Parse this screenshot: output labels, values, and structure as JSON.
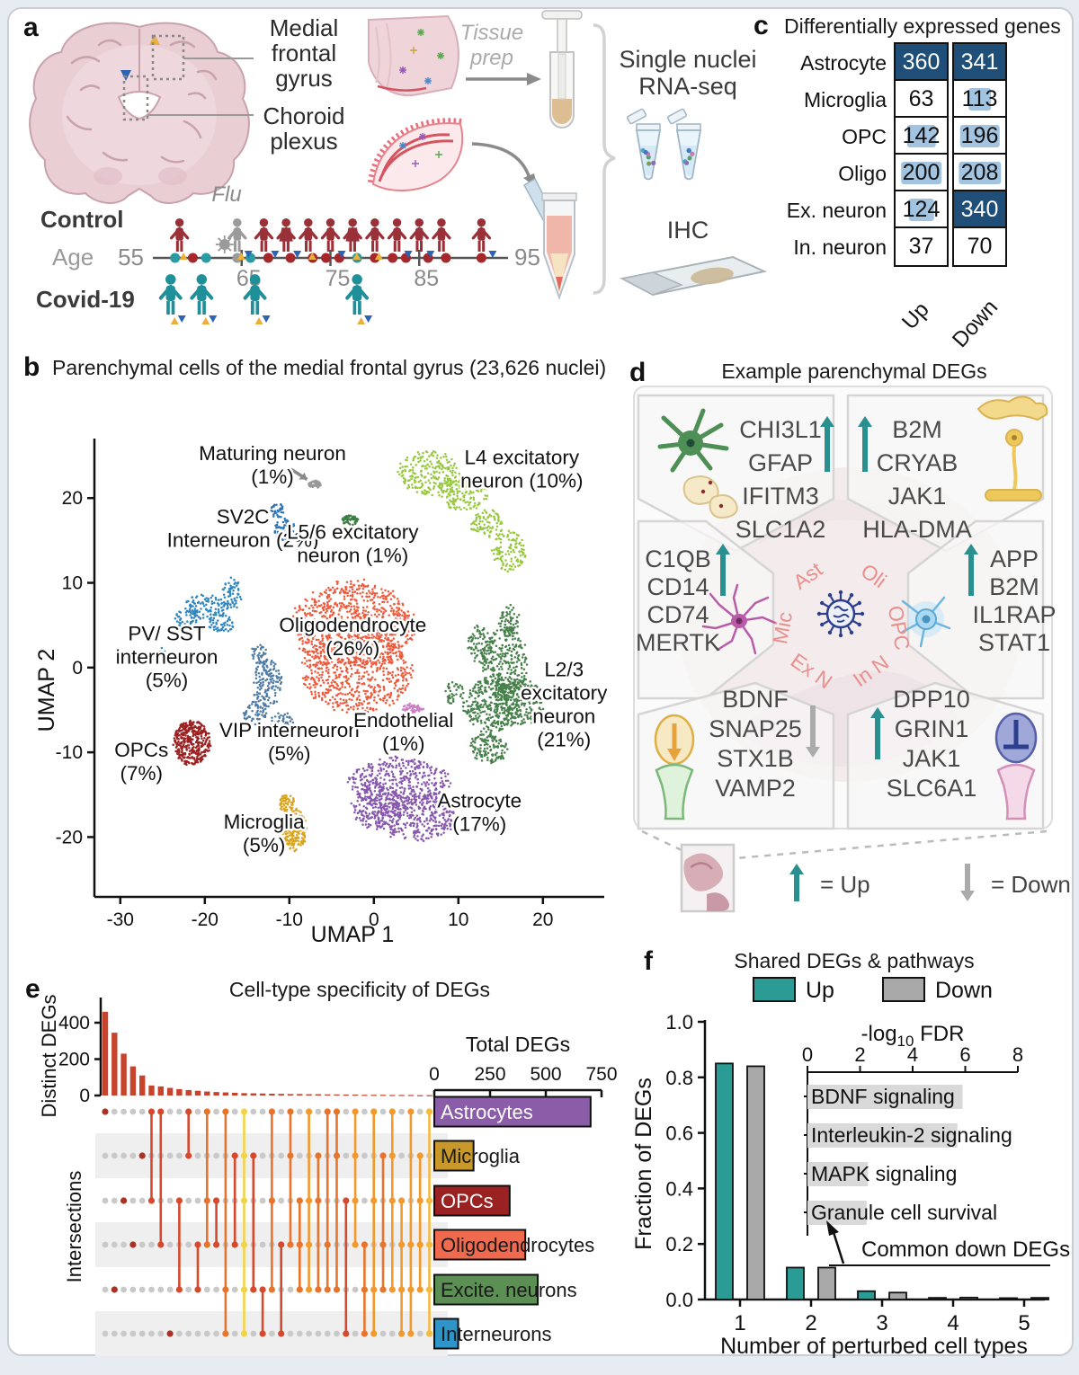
{
  "panel_a": {
    "letter": "a",
    "region_labels": {
      "mfg1": "Medial",
      "mfg2": "frontal",
      "mfg3": "gyrus",
      "cp1": "Choroid",
      "cp2": "plexus"
    },
    "process": {
      "tissue1": "Tissue",
      "tissue2": "prep"
    },
    "outputs": {
      "snrna1": "Single nuclei",
      "snrna2": "RNA-seq",
      "ihc": "IHC"
    },
    "cohort": {
      "control": "Control",
      "covid": "Covid-19",
      "age_label": "Age",
      "flu": "Flu",
      "age_start": "55",
      "age_end": "95",
      "age_ticks": [
        "65",
        "75",
        "85"
      ]
    },
    "timeline": {
      "tick_ages": [
        65,
        75,
        85
      ],
      "dots": [
        {
          "age": 57.5,
          "color": "teal"
        },
        {
          "age": 59.5,
          "color": "red"
        },
        {
          "age": 61,
          "color": "teal"
        },
        {
          "age": 64.5,
          "color": "gray"
        },
        {
          "age": 66,
          "color": "teal"
        },
        {
          "age": 68,
          "color": "red"
        },
        {
          "age": 70.5,
          "color": "red"
        },
        {
          "age": 73,
          "color": "red"
        },
        {
          "age": 74.5,
          "color": "red"
        },
        {
          "age": 76,
          "color": "red"
        },
        {
          "age": 78,
          "color": "teal"
        },
        {
          "age": 80,
          "color": "red"
        },
        {
          "age": 82,
          "color": "red"
        },
        {
          "age": 83.5,
          "color": "red"
        },
        {
          "age": 86,
          "color": "red"
        },
        {
          "age": 88,
          "color": "red"
        },
        {
          "age": 92,
          "color": "red"
        }
      ],
      "control_persons": [
        {
          "age": 58,
          "color": "red",
          "female": false,
          "markers": [
            "y"
          ],
          "flu": false
        },
        {
          "age": 64.5,
          "color": "gray",
          "female": false,
          "markers": [
            "y",
            "b"
          ],
          "flu": true
        },
        {
          "age": 67.5,
          "color": "red",
          "female": false,
          "markers": [
            "b"
          ],
          "flu": false
        },
        {
          "age": 70,
          "color": "red",
          "female": true,
          "markers": [
            "b"
          ],
          "flu": false
        },
        {
          "age": 72.5,
          "color": "red",
          "female": false,
          "markers": [
            "y"
          ],
          "flu": false
        },
        {
          "age": 75,
          "color": "red",
          "female": false,
          "markers": [
            "b"
          ],
          "flu": false
        },
        {
          "age": 77.5,
          "color": "red",
          "female": true,
          "markers": [
            "y"
          ],
          "flu": false
        },
        {
          "age": 80,
          "color": "red",
          "female": false,
          "markers": [
            "y"
          ],
          "flu": false
        },
        {
          "age": 82.5,
          "color": "red",
          "female": false,
          "markers": [
            "b"
          ],
          "flu": false
        },
        {
          "age": 85,
          "color": "red",
          "female": false,
          "markers": [
            "b"
          ],
          "flu": false
        },
        {
          "age": 87.5,
          "color": "red",
          "female": false,
          "markers": [],
          "flu": false
        },
        {
          "age": 92,
          "color": "red",
          "female": false,
          "markers": [
            "b"
          ],
          "flu": false
        }
      ],
      "covid_persons": [
        {
          "age": 57,
          "markers": [
            "y",
            "b"
          ]
        },
        {
          "age": 60.5,
          "markers": [
            "y",
            "b"
          ]
        },
        {
          "age": 66.5,
          "markers": [
            "y",
            "b"
          ]
        },
        {
          "age": 78,
          "markers": [
            "y",
            "b"
          ]
        }
      ]
    },
    "colors": {
      "person_red": "#9A3038",
      "person_teal": "#1F9099",
      "person_gray": "#9B9B9B",
      "marker_yellow": "#EDAF3C",
      "marker_blue": "#2B63B5",
      "dot_red": "#A5282C",
      "dot_teal": "#2A9BA3",
      "dot_gray": "#9B9B9B"
    }
  },
  "panel_b": {
    "letter": "b",
    "title": "Parenchymal cells of the medial frontal gyrus (23,626 nuclei)",
    "xlabel": "UMAP 1",
    "ylabel": "UMAP 2",
    "xticks": [
      -30,
      -20,
      -10,
      0,
      10,
      20
    ],
    "yticks": [
      -20,
      -10,
      0,
      10,
      20
    ],
    "chart_type": "scatter",
    "clusters": [
      {
        "name": "oligodendrocyte",
        "label": "Oligodendrocyte\n(26%)",
        "pct": 26,
        "color": "#EE5A3C",
        "blobs": [
          [
            -2.5,
            5,
            7.2,
            5
          ],
          [
            -2,
            -0.5,
            6.2,
            4.8
          ]
        ],
        "lx": -2.5,
        "ly": 4.2
      },
      {
        "name": "astrocyte",
        "label": "Astrocyte\n(17%)",
        "pct": 17,
        "color": "#8757AD",
        "blobs": [
          [
            3,
            -13.5,
            5.8,
            2.8
          ],
          [
            5,
            -17.5,
            4.8,
            2.8
          ],
          [
            0.5,
            -16.5,
            3,
            2.5
          ]
        ],
        "lx": 12.5,
        "ly": -16.5
      },
      {
        "name": "l23-excitatory-neuron",
        "label": "L2/3\nexcitatory\nneuron\n(21%)",
        "pct": 21,
        "color": "#47804A",
        "blobs": [
          [
            15.5,
            0.5,
            2.6,
            4.2
          ],
          [
            14,
            -4.5,
            3.4,
            3.2
          ],
          [
            17.5,
            -4,
            2.8,
            2.6
          ],
          [
            13.5,
            -9.5,
            2.2,
            1.8
          ],
          [
            9.5,
            -3,
            1.1,
            1.4
          ],
          [
            12.5,
            2.8,
            1.4,
            2.2
          ],
          [
            16,
            5.5,
            1.2,
            1.8
          ]
        ],
        "lx": 22.5,
        "ly": -1
      },
      {
        "name": "l4-excitatory-neuron",
        "label": "L4 excitatory\nneuron (10%)",
        "pct": 10,
        "color": "#97C83E",
        "blobs": [
          [
            6.5,
            23,
            3.4,
            2.6
          ],
          [
            10.5,
            20.5,
            2.8,
            2
          ],
          [
            13.5,
            17,
            2,
            1.6
          ],
          [
            16,
            13.8,
            2,
            2.4
          ]
        ],
        "lx": 17.5,
        "ly": 24
      },
      {
        "name": "opcs",
        "label": "OPCs\n(7%)",
        "pct": 7,
        "color": "#9C2121",
        "blobs": [
          [
            -21.5,
            -8.8,
            2.1,
            2.7
          ]
        ],
        "lx": -27.5,
        "ly": -10.5
      },
      {
        "name": "pv-sst-interneuron",
        "label": "PV/ SST\ninterneuron\n(5%)",
        "pct": 5,
        "color": "#2E86C1",
        "blobs": [
          [
            -20,
            7.2,
            2.6,
            1.5
          ],
          [
            -22.3,
            5.6,
            1.4,
            1.4
          ],
          [
            -18.2,
            5.2,
            1.7,
            1.1
          ],
          [
            -16.8,
            8.6,
            1.1,
            1.9
          ],
          [
            -25,
            1.8,
            0.5,
            0.6
          ]
        ],
        "lx": -24.5,
        "ly": 3.2
      },
      {
        "name": "vip-interneuron",
        "label": "VIP interneuron\n(5%)",
        "pct": 5,
        "color": "#4E7BA6",
        "blobs": [
          [
            -12.6,
            -1.8,
            1.7,
            3
          ],
          [
            -14,
            -5.4,
            1.4,
            1.4
          ],
          [
            -11,
            -6.3,
            1.5,
            1.1
          ],
          [
            -13.5,
            1.5,
            1,
            1.2
          ]
        ],
        "lx": -10,
        "ly": -8.2
      },
      {
        "name": "microglia",
        "label": "Microglia\n(5%)",
        "pct": 5,
        "color": "#D9A520",
        "blobs": [
          [
            -9.4,
            -19.2,
            1.4,
            2.4
          ],
          [
            -10.3,
            -16,
            1,
            1
          ]
        ],
        "lx": -13,
        "ly": -19
      },
      {
        "name": "sv2c-interneuron",
        "label": "SV2C\nInterneuron (2%)",
        "pct": 2,
        "color": "#2E74B5",
        "blobs": [
          [
            -11.4,
            18.6,
            0.8,
            0.9
          ],
          [
            -10.6,
            16.2,
            1.2,
            1.3
          ]
        ],
        "lx": -15.5,
        "ly": 17
      },
      {
        "name": "endothelial",
        "label": "Endothelial\n(1%)",
        "pct": 1,
        "color": "#CC7FC4",
        "blobs": [
          [
            4.5,
            -4.8,
            1.3,
            0.55
          ]
        ],
        "lx": 3.5,
        "ly": -7
      },
      {
        "name": "l56-excitatory-neuron",
        "label": "L5/6 excitatory\nneuron (1%)",
        "pct": 1,
        "color": "#3E7E45",
        "blobs": [
          [
            -2.8,
            17.4,
            1,
            0.55
          ]
        ],
        "lx": -2.5,
        "ly": 15.2
      },
      {
        "name": "maturing-neuron",
        "label": "Maturing neuron\n(1%)",
        "pct": 1,
        "color": "#999999",
        "blobs": [
          [
            -7,
            21.6,
            0.7,
            0.45
          ]
        ],
        "lx": -12,
        "ly": 24.5
      }
    ]
  },
  "panel_c": {
    "letter": "c",
    "title": "Differentially expressed genes",
    "columns": [
      "Up",
      "Down"
    ],
    "rows": [
      {
        "label": "Astrocyte",
        "up": 360,
        "down": 341
      },
      {
        "label": "Microglia",
        "up": 63,
        "down": 113
      },
      {
        "label": "OPC",
        "up": 142,
        "down": 196
      },
      {
        "label": "Oligo",
        "up": 200,
        "down": 208
      },
      {
        "label": "Ex. neuron",
        "up": 124,
        "down": 340
      },
      {
        "label": "In. neuron",
        "up": 37,
        "down": 70
      }
    ],
    "heat": {
      "dark_threshold": 340,
      "dark": "#1F4E79",
      "light": "#A3C4E0",
      "max": 250,
      "min_for_fill": 100
    }
  },
  "panel_d": {
    "letter": "d",
    "title": "Example parenchymal DEGs",
    "cells": [
      {
        "id": "astrocyte",
        "abbr": "Ast",
        "genes": [
          "CHI3L1",
          "GFAP",
          "IFITM3",
          "SLC1A2"
        ],
        "direction": "up"
      },
      {
        "id": "oligodendrocyte",
        "abbr": "Oli",
        "genes": [
          "B2M",
          "CRYAB",
          "JAK1",
          "HLA-DMA"
        ],
        "direction": "up"
      },
      {
        "id": "microglia",
        "abbr": "Mic",
        "genes": [
          "C1QB",
          "CD14",
          "CD74",
          "MERTK"
        ],
        "direction": "up"
      },
      {
        "id": "opc",
        "abbr": "OPC",
        "genes": [
          "APP",
          "B2M",
          "IL1RAP",
          "STAT1"
        ],
        "direction": "up"
      },
      {
        "id": "excitatory-neuron",
        "abbr": "Ex N",
        "genes": [
          "BDNF",
          "SNAP25",
          "STX1B",
          "VAMP2"
        ],
        "direction": "down"
      },
      {
        "id": "inhibitory-neuron",
        "abbr": "In N",
        "genes": [
          "DPP10",
          "GRIN1",
          "JAK1",
          "SLC6A1"
        ],
        "direction": "up"
      }
    ],
    "legend": {
      "up": "= Up",
      "down": "= Down"
    },
    "colors": {
      "up_arrow": "#2A8F8F",
      "down_arrow": "#ABABAB",
      "abbr_label": "#E8908E"
    }
  },
  "panel_e": {
    "letter": "e",
    "title": "Cell-type specificity of DEGs",
    "ylabel": "Distinct DEGs",
    "matrix_label": "Intersections",
    "yticks": [
      0,
      200,
      400
    ],
    "bar_color": "#C7432B",
    "bars": [
      460,
      345,
      230,
      160,
      110,
      55,
      50,
      42,
      35,
      30,
      26,
      22,
      19,
      17,
      15,
      13,
      12,
      11,
      10,
      9,
      8,
      8,
      7,
      7,
      6,
      6,
      5,
      5,
      4,
      4,
      4,
      3,
      3,
      3,
      2,
      2
    ],
    "columns": [
      [
        0
      ],
      [
        4
      ],
      [
        2
      ],
      [
        3
      ],
      [
        1
      ],
      [
        0,
        2
      ],
      [
        0,
        3
      ],
      [
        5
      ],
      [
        2,
        4
      ],
      [
        0,
        1
      ],
      [
        3,
        4
      ],
      [
        0,
        2,
        3
      ],
      [
        2,
        3
      ],
      [
        0,
        4,
        5
      ],
      [
        1,
        3
      ],
      [
        0,
        1,
        2,
        3,
        4,
        5
      ],
      [
        1,
        4
      ],
      [
        4,
        5
      ],
      [
        0,
        2,
        4
      ],
      [
        3,
        5
      ],
      [
        0,
        1,
        3
      ],
      [
        2,
        3,
        4
      ],
      [
        0,
        2,
        3,
        4
      ],
      [
        1,
        2,
        4
      ],
      [
        0,
        3,
        4
      ],
      [
        0,
        1,
        4
      ],
      [
        2,
        5
      ],
      [
        0,
        1,
        2,
        3
      ],
      [
        3,
        4,
        5
      ],
      [
        0,
        2,
        4,
        5
      ],
      [
        1,
        3,
        4
      ],
      [
        0,
        1,
        2,
        4
      ],
      [
        2,
        3,
        4,
        5
      ],
      [
        0,
        3,
        4,
        5
      ],
      [
        1,
        2,
        3,
        4
      ],
      [
        0,
        2,
        3,
        4,
        5
      ]
    ],
    "size_colors": [
      "#A93226",
      "#D6492C",
      "#E8742C",
      "#F2992E",
      "#F5B93E",
      "#F2D349"
    ],
    "inactive_dot": "#C9C9C9",
    "total": {
      "title": "Total DEGs",
      "ticks": [
        0,
        250,
        500,
        750
      ]
    },
    "sets": [
      {
        "name": "Astrocytes",
        "total": 701,
        "color": "#8B5CA8",
        "text_color": "#FFFFFF"
      },
      {
        "name": "Microglia",
        "total": 176,
        "color": "#C9982A",
        "text_color": "#1A1A1A"
      },
      {
        "name": "OPCs",
        "total": 338,
        "color": "#9A2222",
        "text_color": "#FFFFFF"
      },
      {
        "name": "Oligodendrocytes",
        "total": 408,
        "color": "#F06A4F",
        "text_color": "#1A1A1A"
      },
      {
        "name": "Excite. neurons",
        "total": 464,
        "color": "#5B8F53",
        "text_color": "#1A1A1A"
      },
      {
        "name": "Interneurons",
        "total": 107,
        "color": "#2F94C8",
        "text_color": "#1A1A1A"
      }
    ]
  },
  "panel_f": {
    "letter": "f",
    "title": "Shared DEGs & pathways",
    "legend": {
      "up": "Up",
      "down": "Down"
    },
    "colors": {
      "up": "#2B9B96",
      "down": "#A8A8A8"
    },
    "ylabel": "Fraction of DEGs",
    "xlabel": "Number of perturbed cell types",
    "ytick_labels": [
      "0.0",
      "0.2",
      "0.4",
      "0.6",
      "0.8",
      "1.0"
    ],
    "categories": [
      1,
      2,
      3,
      4,
      5
    ],
    "series": [
      {
        "name": "Up",
        "values": [
          0.85,
          0.115,
          0.03,
          0.006,
          0.005
        ]
      },
      {
        "name": "Down",
        "values": [
          0.84,
          0.115,
          0.025,
          0.007,
          0.006
        ]
      }
    ],
    "inset": {
      "title_parts": [
        "-log",
        "10",
        " FDR"
      ],
      "ticks": [
        0,
        2,
        4,
        6,
        8
      ],
      "pathways": [
        {
          "label": "BDNF signaling",
          "value": 5.9
        },
        {
          "label": "Interleukin-2 signaling",
          "value": 5.7
        },
        {
          "label": "MAPK signaling",
          "value": 2.3
        },
        {
          "label": "Granule cell survival",
          "value": 2.25
        }
      ],
      "annotation": "Common down DEGs"
    }
  }
}
